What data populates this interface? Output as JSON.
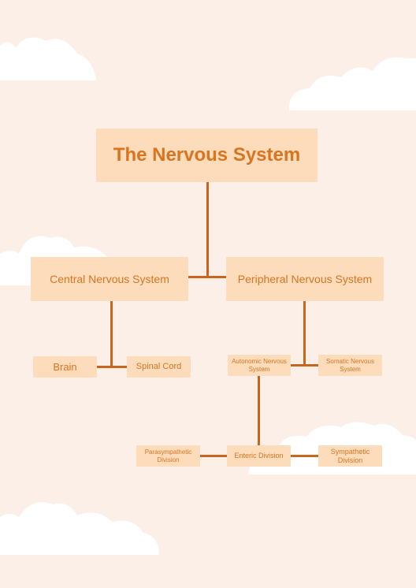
{
  "diagram": {
    "title": "The Nervous System",
    "central": "Central Nervous System",
    "peripheral": "Peripheral Nervous System",
    "brain": "Brain",
    "spinal_cord": "Spinal Cord",
    "autonomic": "Autonomic Nervous System",
    "somatic": "Somatic Nervous System",
    "parasympathetic": "Parasympathetic Division",
    "enteric": "Enteric Division",
    "sympathetic": "Sympathetic Division"
  },
  "colors": {
    "background": "#fbefe7",
    "box": "#fddcbc",
    "text": "#d9741f",
    "line": "#c8651e",
    "cloud": "#ffffff"
  }
}
